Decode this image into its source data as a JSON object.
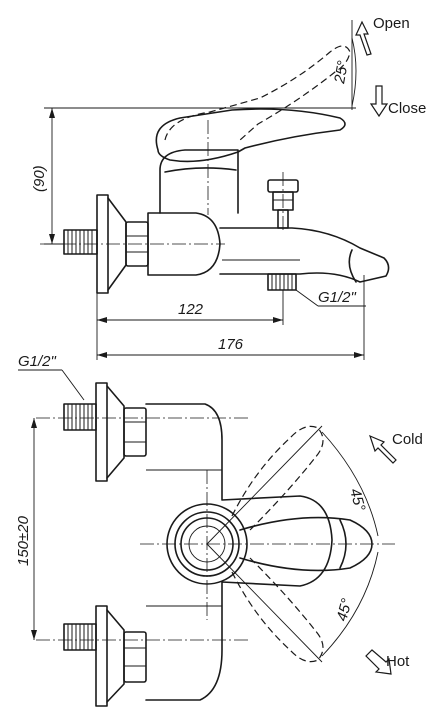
{
  "side_view": {
    "open_label": "Open",
    "close_label": "Close",
    "lever_angle": "25°",
    "height_dim": "(90)",
    "depth_dim": "122",
    "length_dim": "176",
    "spout_thread": "G1/2\""
  },
  "top_view": {
    "inlet_thread": "G1/2\"",
    "spacing_dim": "150±20",
    "cold_label": "Cold",
    "hot_label": "Hot",
    "cold_angle": "45°",
    "hot_angle": "45°"
  }
}
